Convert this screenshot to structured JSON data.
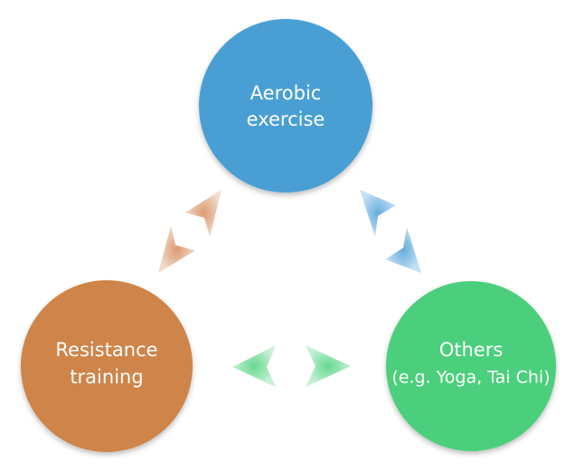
{
  "diagram": {
    "nodes": {
      "aerobic": {
        "line1": "Aerobic",
        "line2": "exercise",
        "color": "#4a9fd3"
      },
      "resistance": {
        "line1": "Resistance",
        "line2": "training",
        "color": "#cf8448"
      },
      "others": {
        "line1": "Others",
        "line2": "(e.g. Yoga, Tai Chi)",
        "color": "#4ccf7c"
      }
    },
    "arrows": {
      "aerobic_resistance": {
        "color": "#d9956a"
      },
      "aerobic_others": {
        "color": "#5ca8db"
      },
      "resistance_others": {
        "color": "#5fd68b"
      }
    }
  }
}
